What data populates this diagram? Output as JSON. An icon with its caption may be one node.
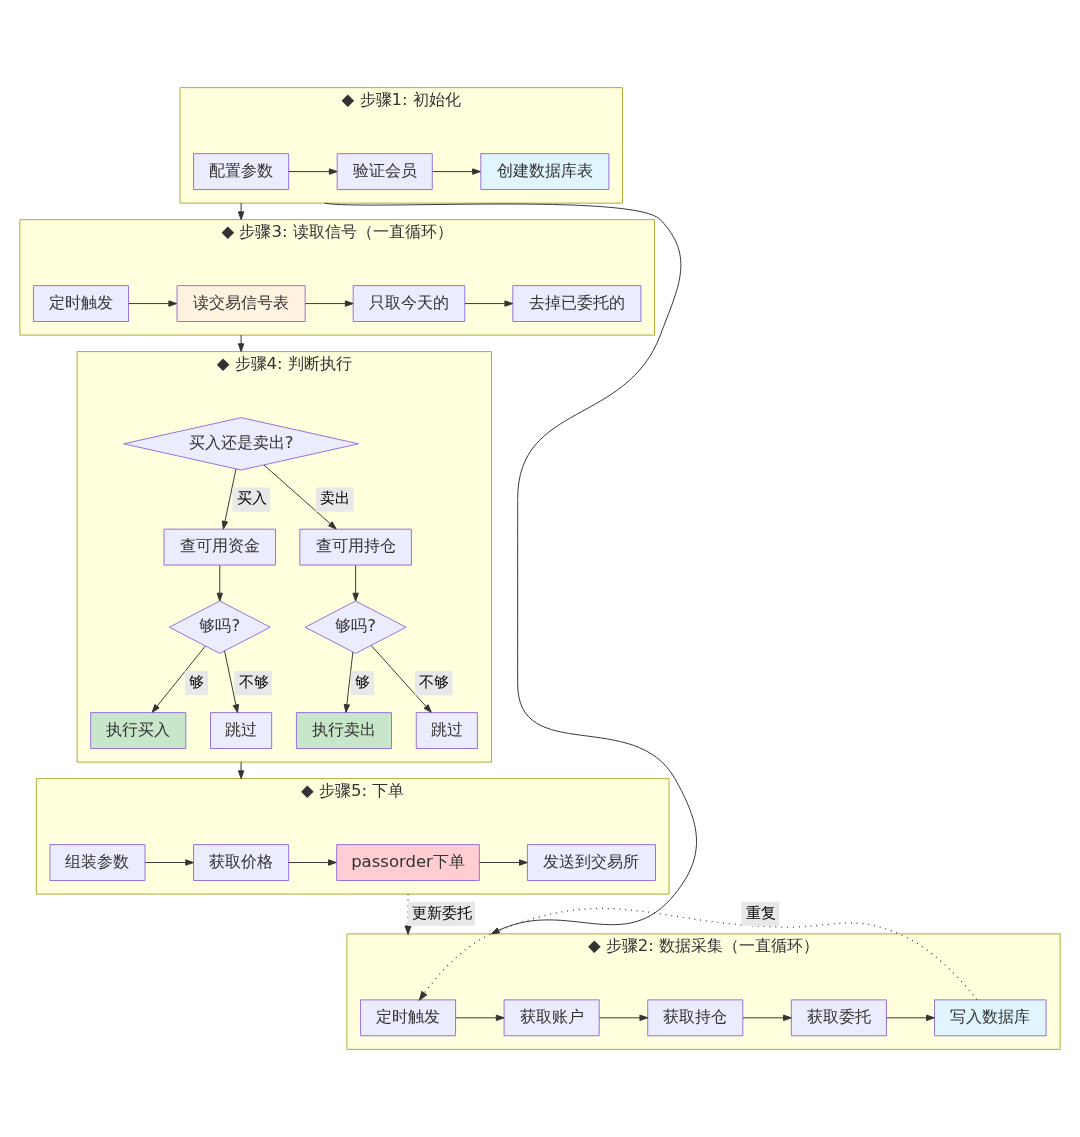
{
  "diagram": {
    "nodes": [
      {
        "text": [
          "◆ 步骤1: 初始化"
        ]
      },
      {
        "text": [
          "配置参数"
        ],
        "in": 0
      },
      {
        "text": [
          "验证会员"
        ],
        "in": 0
      },
      {
        "text": [
          "创建数据库表"
        ],
        "in": 0
      },
      {
        "text": [
          "◆ 步骤3: 读取信号（一直循环）"
        ]
      },
      {
        "text": [
          "定时触发"
        ],
        "in": 4
      },
      {
        "text": [
          "读交易信号表"
        ],
        "in": 4
      },
      {
        "text": [
          "只取今天的"
        ],
        "in": 4
      },
      {
        "text": [
          "去掉已委托的"
        ],
        "in": 4
      },
      {
        "text": [
          "◆ 步骤4: 判断执行"
        ]
      },
      {
        "text": [
          "买入还是卖出?"
        ],
        "in": 9
      },
      {
        "text": [
          "查可用资金"
        ],
        "in": 9
      },
      {
        "text": [
          "够吗?"
        ],
        "in": 9
      },
      {
        "text": [
          "执行买入"
        ],
        "in": 9
      },
      {
        "text": [
          "跳过"
        ],
        "in": 9
      },
      {
        "text": [
          "查可用持仓"
        ],
        "in": 9
      },
      {
        "text": [
          "够吗?"
        ],
        "in": 9
      },
      {
        "text": [
          "执行卖出"
        ],
        "in": 9
      },
      {
        "text": [
          "跳过"
        ],
        "in": 9
      },
      {
        "text": [
          "◆ 步骤5: 下单"
        ]
      },
      {
        "text": [
          "组装参数"
        ],
        "in": 19
      },
      {
        "text": [
          "获取价格"
        ],
        "in": 19
      },
      {
        "text": [
          "passorder下单"
        ],
        "in": 19
      },
      {
        "text": [
          "发送到交易所"
        ],
        "in": 19
      },
      {
        "text": [
          "◆ 步骤2: 数据采集（一直循环）"
        ]
      },
      {
        "text": [
          "定时触发"
        ],
        "in": 24
      },
      {
        "text": [
          "获取账户"
        ],
        "in": 24
      },
      {
        "text": [
          "获取持仓"
        ],
        "in": 24
      },
      {
        "text": [
          "获取委托"
        ],
        "in": 24
      },
      {
        "text": [
          "写入数据库"
        ],
        "in": 24
      }
    ],
    "edges": [
      {
        "from": 1,
        "to": 2,
        "arrow": "to"
      },
      {
        "from": 2,
        "to": 3,
        "arrow": "to"
      },
      {
        "from": 0,
        "to": 24,
        "arrow": "to"
      },
      {
        "from": 0,
        "to": 4,
        "arrow": "to"
      },
      {
        "from": 5,
        "to": 6,
        "arrow": "to"
      },
      {
        "from": 6,
        "to": 7,
        "arrow": "to"
      },
      {
        "from": 7,
        "to": 8,
        "arrow": "to"
      },
      {
        "from": 4,
        "to": 9,
        "arrow": "to"
      },
      {
        "from": 10,
        "to": 11,
        "arrow": "to",
        "label": "买入"
      },
      {
        "from": 10,
        "to": 15,
        "arrow": "to",
        "label": "卖出"
      },
      {
        "from": 11,
        "to": 12,
        "arrow": "to"
      },
      {
        "from": 12,
        "to": 13,
        "arrow": "to",
        "label": "够"
      },
      {
        "from": 12,
        "to": 14,
        "arrow": "to",
        "label": "不够"
      },
      {
        "from": 15,
        "to": 16,
        "arrow": "to"
      },
      {
        "from": 16,
        "to": 17,
        "arrow": "to",
        "label": "够"
      },
      {
        "from": 16,
        "to": 18,
        "arrow": "to",
        "label": "不够"
      },
      {
        "from": 9,
        "to": 19,
        "arrow": "to"
      },
      {
        "from": 20,
        "to": 21,
        "arrow": "to"
      },
      {
        "from": 21,
        "to": 22,
        "arrow": "to"
      },
      {
        "from": 22,
        "to": 23,
        "arrow": "to"
      },
      {
        "from": 19,
        "to": 24,
        "arrow": "to",
        "label": "更新委托",
        "style": "dashed"
      },
      {
        "from": 25,
        "to": 26,
        "arrow": "to"
      },
      {
        "from": 26,
        "to": 27,
        "arrow": "to"
      },
      {
        "from": 27,
        "to": 28,
        "arrow": "to"
      },
      {
        "from": 28,
        "to": 29,
        "arrow": "to"
      },
      {
        "from": 29,
        "to": 25,
        "arrow": "to",
        "label": "重复",
        "style": "dashed"
      }
    ]
  }
}
